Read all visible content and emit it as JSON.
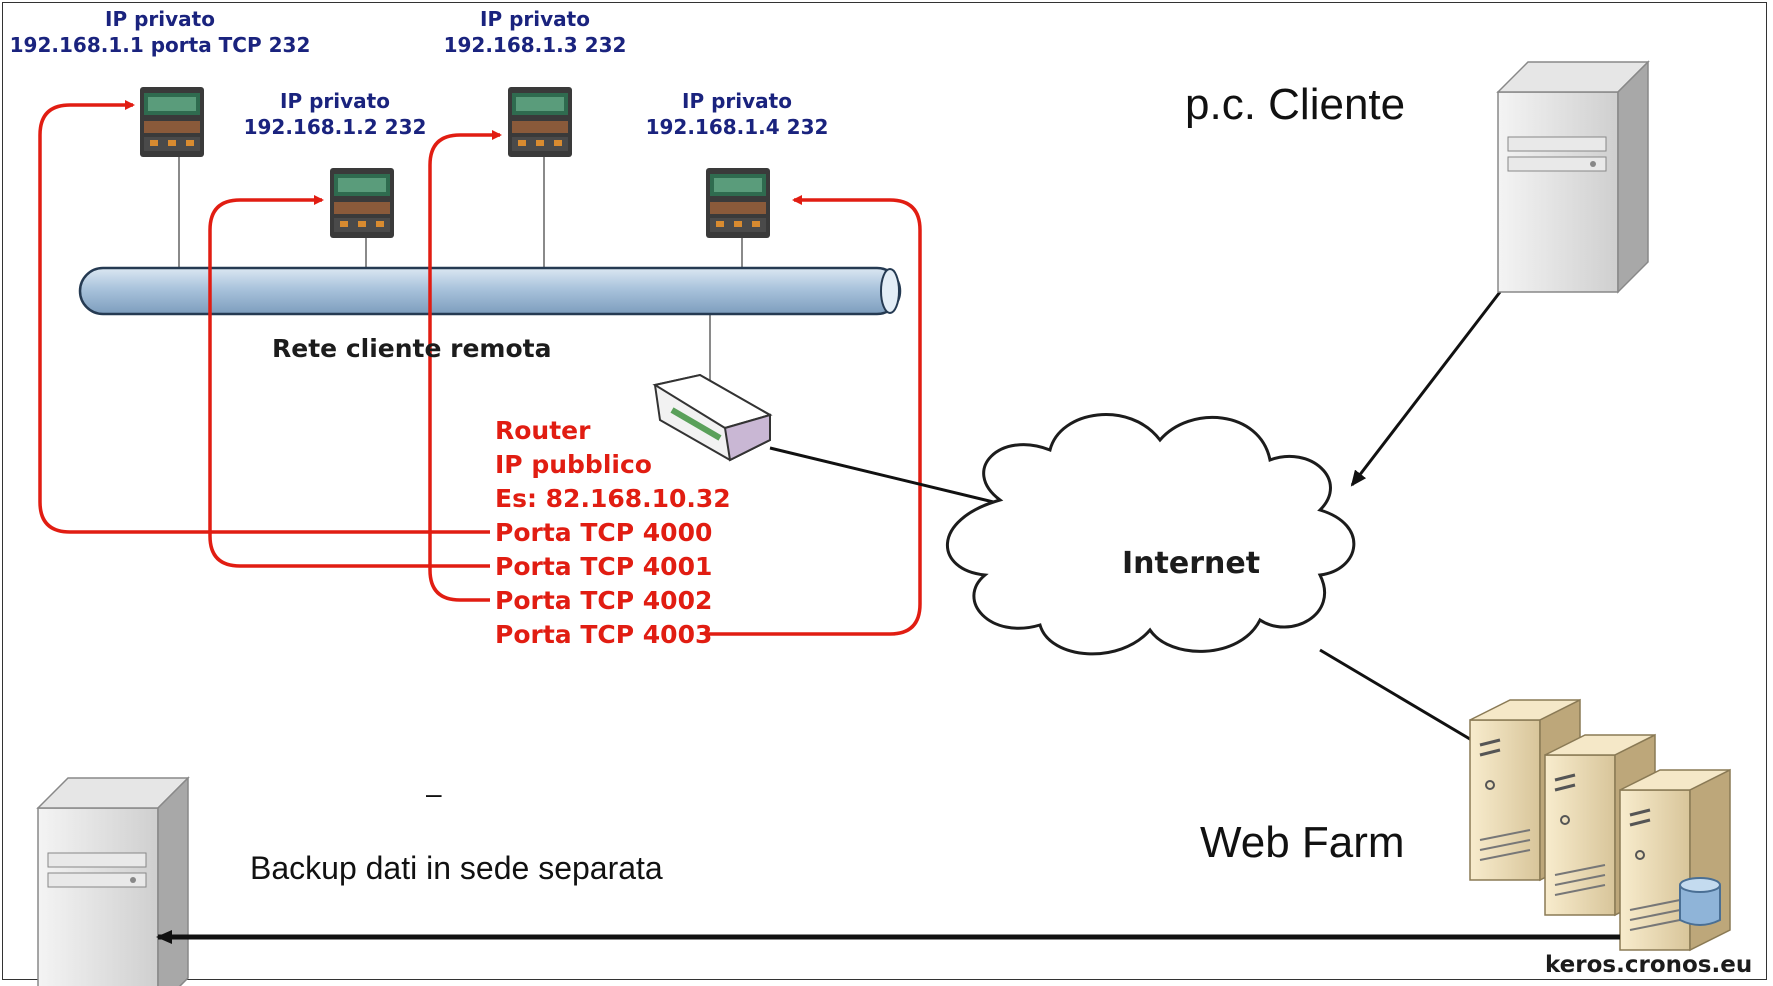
{
  "devices": [
    {
      "label_line1": "IP privato",
      "label_line2": "192.168.1.1 porta TCP 232"
    },
    {
      "label_line1": "IP privato",
      "label_line2": "192.168.1.2  232"
    },
    {
      "label_line1": "IP privato",
      "label_line2": "192.168.1.3  232"
    },
    {
      "label_line1": "IP privato",
      "label_line2": "192.168.1.4  232"
    }
  ],
  "network_label": "Rete cliente remota",
  "router": {
    "lines": [
      "Router",
      "IP pubblico",
      "Es: 82.168.10.32"
    ],
    "ports": [
      "Porta TCP 4000",
      "Porta TCP 4001",
      "Porta TCP 4002",
      "Porta TCP 4003"
    ]
  },
  "internet_label": "Internet",
  "client_label": "p.c. Cliente",
  "webfarm_label": "Web Farm",
  "webfarm_domain": "keros.cronos.eu",
  "backup_label": "Backup dati in sede separata",
  "dash_mark": "–",
  "colors": {
    "arrow_red": "#e11d12",
    "label_blue": "#1a237e",
    "pipe_fill": "#a9c3dc"
  }
}
